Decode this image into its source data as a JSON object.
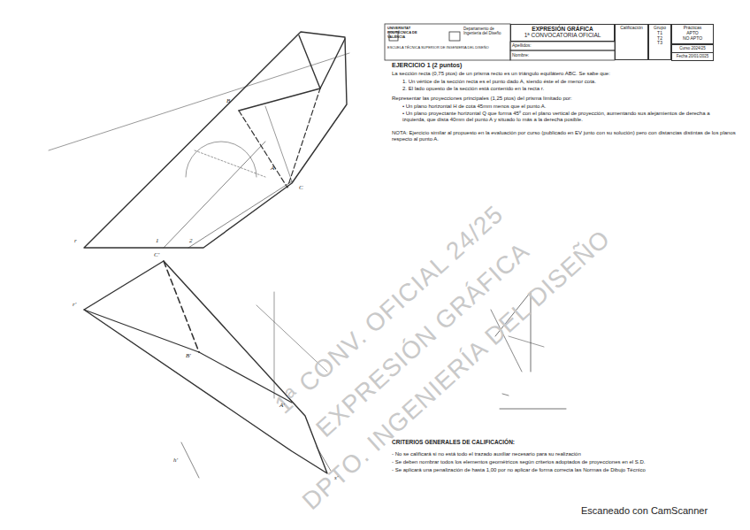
{
  "diagram": {
    "nodes": [
      {
        "text": [
          "EXPRESIÓN GRÁFICA",
          "1ª CONVOCATORIA OFICIAL"
        ]
      },
      {
        "text": [
          "Calificación"
        ]
      },
      {
        "text": [
          "Grupo",
          "T1",
          "T2",
          "T3"
        ]
      },
      {
        "text": [
          "Prácticas",
          "APTO",
          "NO APTO"
        ]
      },
      {
        "text": [
          "Curso 2024/25"
        ]
      },
      {
        "text": [
          "Fecha 20/01/2025"
        ]
      }
    ],
    "labels": [
      "UNIVERSITAT POLITÈCNICA DE VALÈNCIA",
      "Departamento de Ingeniería del Diseño",
      "ESCUELA TÉCNICA SUPERIOR DE INGENIERÍA DEL DISEÑO",
      "Apellidos:",
      "Nombre:",
      "EJERCICIO 1 (2 puntos)",
      "La sección recta (0,75 ptos) de un prisma recto es un triángulo equilátero ABC. Se sabe que:",
      "1. Un vértice de la sección recta es el punto dado A, siendo éste el de menor cota.",
      "2. El lado opuesto de la sección está contenido en la recta r.",
      "Representar las proyecciones principales (1,25 ptos) del prisma limitado por:",
      "• Un plano horizontal H de cota 45mm menos que el punto A.",
      "• Un plano proyectante horizontal Q que forma 45º con el plano vertical de proyección, aumentando sus alejamientos de derecha a izquierda, que dista 40mm del punto A y situado lo más a la derecha posible.",
      "NOTA: Ejercicio similar al propuesto en la evaluación por curso (publicado en EV junto con su solución) pero con distancias distintas de los planos respecto al punto A.",
      "CRITERIOS GENERALES DE CALIFICACIÓN:",
      "- No se calificará si no está todo el trazado auxiliar necesario para su realización",
      "- Se deben nombrar todos los elementos geométricos según criterios adoptados de proyecciones en el S.D.",
      "- Se aplicará una penalización de hasta 1,00 por no aplicar de forma correcta las Normas de Dibujo Técnico",
      "1ª CONV. OFICIAL 24/25",
      "EXPRESIÓN GRÁFICA",
      "DPTO. INGENIERÍA DEL DISEÑO",
      "Escaneado con CamScanner",
      "r",
      "1",
      "2",
      "A",
      "B",
      "C",
      "r'",
      "C'",
      "B'",
      "A'",
      "h'",
      "s'"
    ]
  }
}
